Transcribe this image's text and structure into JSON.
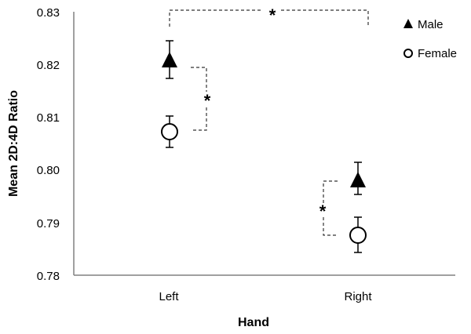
{
  "chart_data": {
    "type": "scatter",
    "title": "",
    "xlabel": "Hand",
    "ylabel": "Mean 2D:4D Ratio",
    "categories": [
      "Left",
      "Right"
    ],
    "ylim": [
      0.78,
      0.83
    ],
    "yticks": [
      "0.83",
      "0.82",
      "0.81",
      "0.80",
      "0.79",
      "0.78"
    ],
    "grid": false,
    "legend_position": "top-right",
    "series": [
      {
        "name": "Male",
        "marker": "filled-triangle",
        "values": [
          0.8205,
          0.798
        ],
        "error_upper": [
          0.8245,
          0.8015
        ],
        "error_lower": [
          0.8174,
          0.7952
        ]
      },
      {
        "name": "Female",
        "marker": "open-circle",
        "values": [
          0.807,
          0.7875
        ],
        "error_upper": [
          0.81,
          0.791
        ],
        "error_lower": [
          0.8044,
          0.7843
        ]
      }
    ],
    "annotations": [
      {
        "type": "significance-bracket",
        "label": "*",
        "between": "Male Left vs Male Right"
      },
      {
        "type": "significance-bracket",
        "label": "*",
        "between": "Male Left vs Female Left"
      },
      {
        "type": "significance-bracket",
        "label": "*",
        "between": "Male Right vs Female Right"
      }
    ]
  },
  "legend": {
    "male": "Male",
    "female": "Female"
  },
  "axes": {
    "x_title": "Hand",
    "y_title": "Mean 2D:4D Ratio",
    "x_labels": [
      "Left",
      "Right"
    ],
    "y_labels": [
      "0.83",
      "0.82",
      "0.81",
      "0.80",
      "0.79",
      "0.78"
    ]
  },
  "significance": {
    "top": "*",
    "left": "*",
    "right": "*"
  }
}
